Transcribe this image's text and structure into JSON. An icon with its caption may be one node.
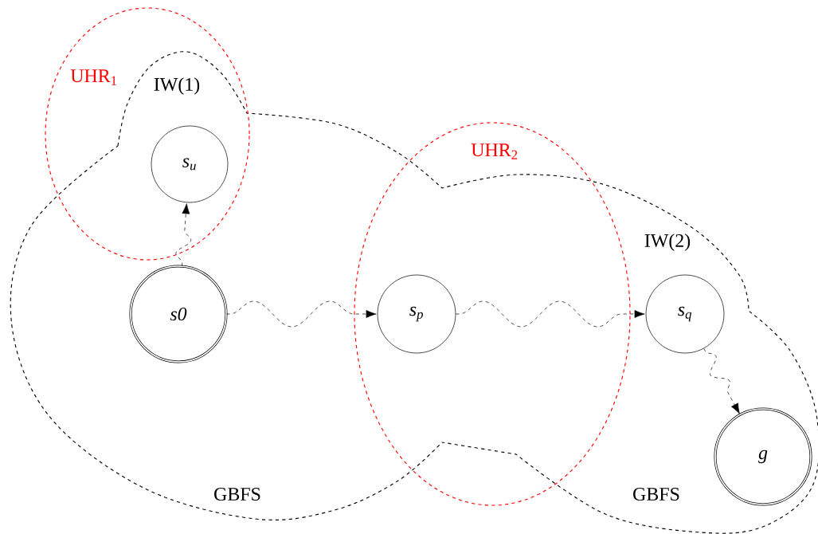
{
  "diagram": {
    "nodes": [
      {
        "text": [
          "s$_{u}$"
        ]
      },
      {
        "text": [
          "s0"
        ]
      },
      {
        "text": [
          "s$_{p}$"
        ]
      },
      {
        "text": [
          "s$_{q}$"
        ]
      },
      {
        "text": [
          "g"
        ]
      }
    ],
    "edges": [
      {
        "from": 1,
        "to": 0,
        "arrow": "to",
        "style": "dashed"
      },
      {
        "from": 1,
        "to": 2,
        "arrow": "to",
        "style": "dashed"
      },
      {
        "from": 2,
        "to": 3,
        "arrow": "to",
        "style": "dashed"
      },
      {
        "from": 3,
        "to": 4,
        "arrow": "to",
        "style": "dashed"
      }
    ],
    "labels": [
      "UHR$_{1}$",
      "IW(1)",
      "UHR$_{2}$",
      "IW(2)",
      "GBFS",
      "GBFS"
    ]
  }
}
